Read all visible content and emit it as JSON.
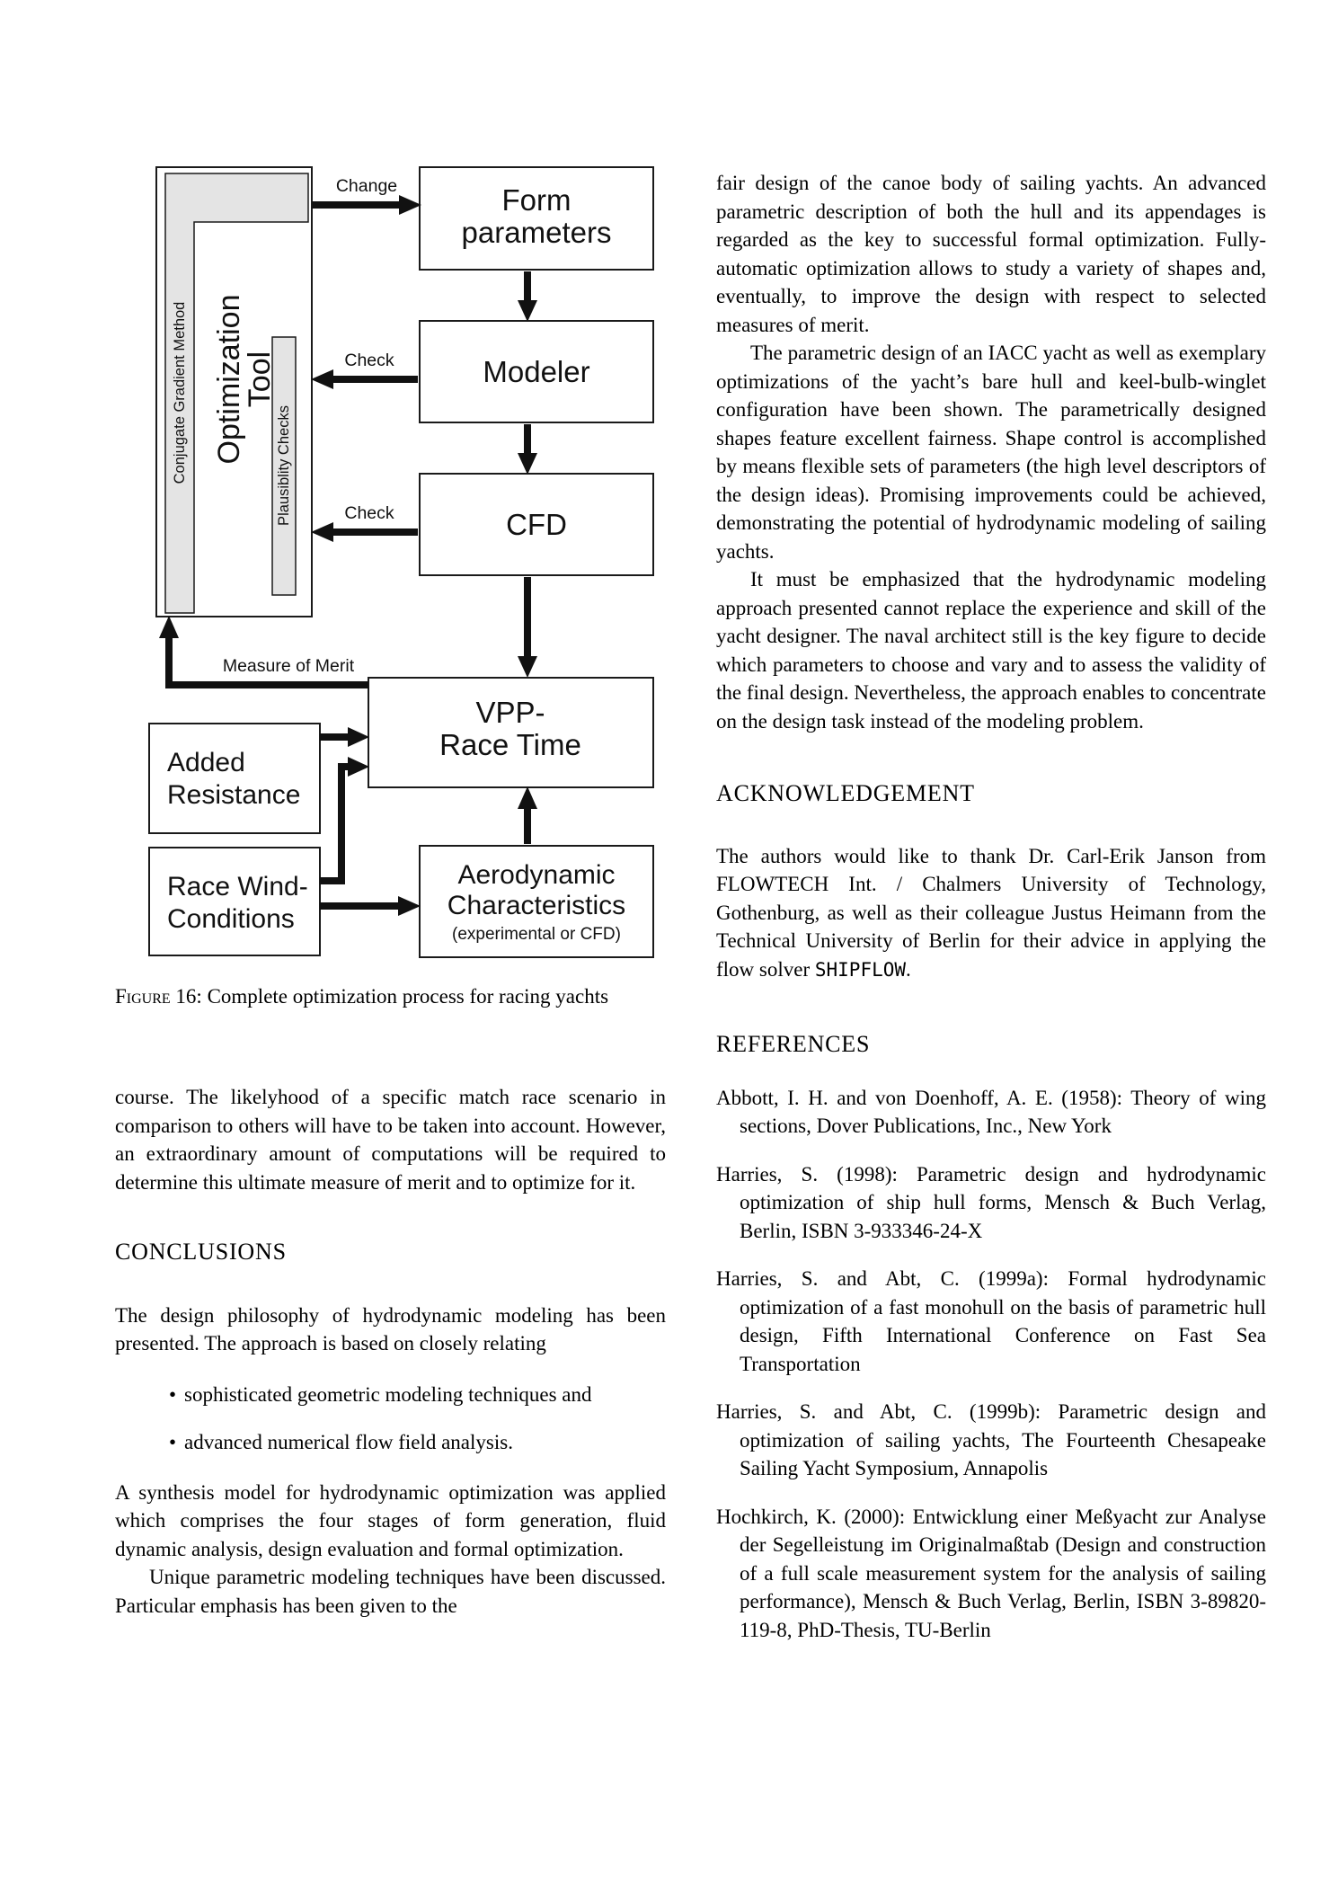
{
  "figure": {
    "boxes": {
      "form": {
        "line1": "Form",
        "line2": "parameters"
      },
      "modeler": {
        "label": "Modeler"
      },
      "cfd": {
        "label": "CFD"
      },
      "vpp": {
        "line1": "VPP-",
        "line2": "Race Time"
      },
      "added": {
        "line1": "Added",
        "line2": "Resistance"
      },
      "race": {
        "line1": "Race Wind-",
        "line2": "Conditions"
      },
      "aero": {
        "line1": "Aerodynamic",
        "line2": "Characteristics",
        "line3": "(experimental or CFD)"
      },
      "optimization": {
        "line1": "Optimization",
        "line2": "Tool"
      },
      "conjugate": {
        "label": "Conjugate Gradient Method"
      },
      "plausibility": {
        "label": "Plausiblity Checks"
      }
    },
    "arrows": {
      "change": "Change",
      "check1": "Check",
      "check2": "Check",
      "merit": "Measure of Merit"
    },
    "colors": {
      "band": "#e4e4e4",
      "line": "#111111",
      "border": "#1a1a1a"
    }
  },
  "caption": {
    "label": "Figure 16: ",
    "text": "Complete optimization process for racing yachts"
  },
  "left": {
    "course": "course. The likelyhood of a specific match race scenario in comparison to others will have to be taken into account. However, an extraordinary amount of computations will be required to determine this ultimate measure of merit and to optimize for it.",
    "conclusions_heading": "CONCLUSIONS",
    "p1": "The design philosophy of hydrodynamic modeling has been presented. The approach is based on closely relating",
    "bullet_marker": "•",
    "bullets": [
      "sophisticated geometric modeling techniques and",
      "advanced numerical flow field analysis."
    ],
    "p2": "A synthesis model for hydrodynamic optimization was applied which comprises the four stages of form generation, fluid dynamic analysis, design evaluation and formal optimization.",
    "p3": "Unique parametric modeling techniques have been discussed. Particular emphasis has been given to the"
  },
  "right": {
    "p1": "fair design of the canoe body of sailing yachts. An advanced parametric description of both the hull and its appendages is regarded as the key to successful formal optimization. Fully-automatic optimization allows to study a variety of shapes and, eventually, to improve the design with respect to selected measures of merit.",
    "p2": "The parametric design of an IACC yacht as well as exemplary optimizations of the yacht’s bare hull and keel-bulb-winglet configuration have been shown. The parametrically designed shapes feature excellent fairness. Shape control is accomplished by means flexible sets of parameters (the high level descriptors of the design ideas). Promising improvements could be achieved, demonstrating the potential of hydrodynamic modeling of sailing yachts.",
    "p3": "It must be emphasized that the hydrodynamic modeling approach presented cannot replace the experience and skill of the yacht designer. The naval architect still is the key figure to decide which parameters to choose and vary and to assess the validity of the final design. Nevertheless, the approach enables to concentrate on the design task instead of the modeling problem.",
    "ack_heading": "ACKNOWLEDGEMENT",
    "ack": {
      "before": "The authors would like to thank Dr. Carl-Erik Janson from FLOWTECH Int. / Chalmers University of Technology, Gothenburg, as well as their colleague Justus Heimann from the Technical University of Berlin for their advice in applying the flow solver ",
      "solver": "SHIPFLOW",
      "after": "."
    },
    "refs_heading": "REFERENCES",
    "references": [
      "Abbott, I. H. and von Doenhoff, A. E. (1958): Theory of wing sections, Dover Publications, Inc., New York",
      "Harries, S. (1998): Parametric design and hydrodynamic optimization of ship hull forms, Mensch & Buch Verlag, Berlin, ISBN 3-933346-24-X",
      "Harries, S. and Abt, C. (1999a): Formal hydrodynamic optimization of a fast monohull on the basis of parametric hull design, Fifth International Conference on Fast Sea Transportation",
      "Harries, S. and Abt, C. (1999b): Parametric design and optimization of sailing yachts, The Fourteenth Chesapeake Sailing Yacht Symposium, Annapolis",
      "Hochkirch, K. (2000): Entwicklung einer Meßyacht zur Analyse der Segelleistung im Originalmaßtab (Design and construction of a full scale measurement system for the analysis of sailing performance), Mensch & Buch Verlag, Berlin, ISBN 3-89820-119-8, PhD-Thesis, TU-Berlin"
    ]
  }
}
